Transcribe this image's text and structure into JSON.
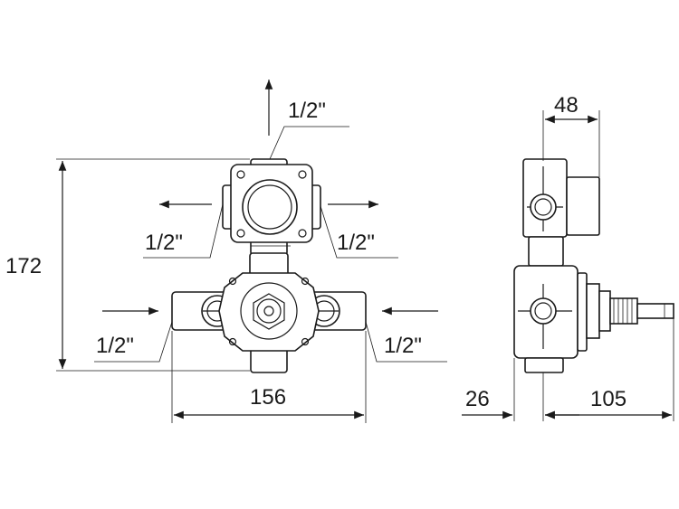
{
  "labels": {
    "thread_top": "1/2\"",
    "thread_left_upper": "1/2\"",
    "thread_right_upper": "1/2\"",
    "thread_left_lower": "1/2\"",
    "thread_right_lower": "1/2\"",
    "height": "172",
    "width_front": "156",
    "depth_top": "48",
    "offset_side": "26",
    "depth_side": "105"
  }
}
